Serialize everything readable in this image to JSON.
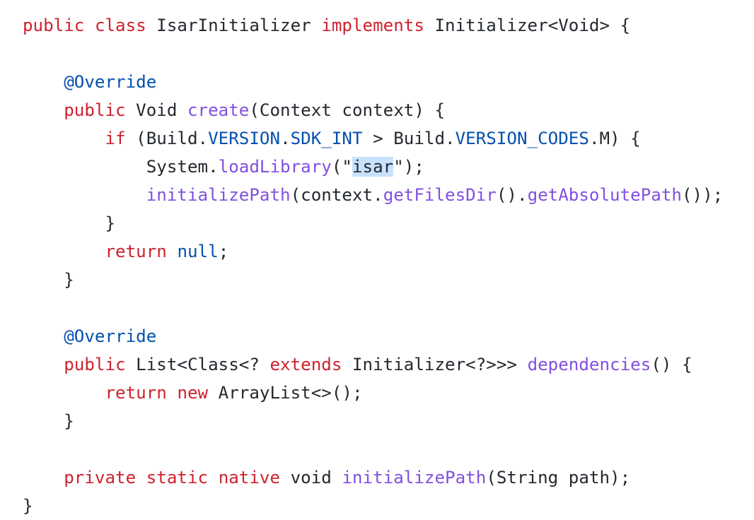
{
  "code": {
    "lines": [
      [
        [
          "kw",
          "public"
        ],
        [
          "txt",
          " "
        ],
        [
          "kw",
          "class"
        ],
        [
          "txt",
          " IsarInitializer "
        ],
        [
          "kw",
          "implements"
        ],
        [
          "txt",
          " Initializer<Void> {"
        ]
      ],
      [],
      [
        [
          "txt",
          "    "
        ],
        [
          "ann",
          "@Override"
        ]
      ],
      [
        [
          "txt",
          "    "
        ],
        [
          "kw",
          "public"
        ],
        [
          "txt",
          " Void "
        ],
        [
          "fn",
          "create"
        ],
        [
          "txt",
          "(Context context) {"
        ]
      ],
      [
        [
          "txt",
          "        "
        ],
        [
          "kw",
          "if"
        ],
        [
          "txt",
          " (Build."
        ],
        [
          "cst",
          "VERSION"
        ],
        [
          "txt",
          "."
        ],
        [
          "cst",
          "SDK_INT"
        ],
        [
          "txt",
          " > Build."
        ],
        [
          "cst",
          "VERSION_CODES"
        ],
        [
          "txt",
          ".M) {"
        ]
      ],
      [
        [
          "txt",
          "            System."
        ],
        [
          "fn",
          "loadLibrary"
        ],
        [
          "txt",
          "(\""
        ],
        [
          "sel",
          "isar"
        ],
        [
          "txt",
          "\");"
        ]
      ],
      [
        [
          "txt",
          "            "
        ],
        [
          "fn",
          "initializePath"
        ],
        [
          "txt",
          "(context."
        ],
        [
          "fn",
          "getFilesDir"
        ],
        [
          "txt",
          "()."
        ],
        [
          "fn",
          "getAbsolutePath"
        ],
        [
          "txt",
          "());"
        ]
      ],
      [
        [
          "txt",
          "        }"
        ]
      ],
      [
        [
          "txt",
          "        "
        ],
        [
          "kw",
          "return"
        ],
        [
          "txt",
          " "
        ],
        [
          "cst",
          "null"
        ],
        [
          "txt",
          ";"
        ]
      ],
      [
        [
          "txt",
          "    }"
        ]
      ],
      [],
      [
        [
          "txt",
          "    "
        ],
        [
          "ann",
          "@Override"
        ]
      ],
      [
        [
          "txt",
          "    "
        ],
        [
          "kw",
          "public"
        ],
        [
          "txt",
          " List<Class<? "
        ],
        [
          "kw",
          "extends"
        ],
        [
          "txt",
          " Initializer<?>>> "
        ],
        [
          "fn",
          "dependencies"
        ],
        [
          "txt",
          "() {"
        ]
      ],
      [
        [
          "txt",
          "        "
        ],
        [
          "kw",
          "return"
        ],
        [
          "txt",
          " "
        ],
        [
          "kw",
          "new"
        ],
        [
          "txt",
          " ArrayList<>();"
        ]
      ],
      [
        [
          "txt",
          "    }"
        ]
      ],
      [],
      [
        [
          "txt",
          "    "
        ],
        [
          "kw",
          "private"
        ],
        [
          "txt",
          " "
        ],
        [
          "kw",
          "static"
        ],
        [
          "txt",
          " "
        ],
        [
          "kw",
          "native"
        ],
        [
          "txt",
          " void "
        ],
        [
          "fn",
          "initializePath"
        ],
        [
          "txt",
          "(String path);"
        ]
      ],
      [
        [
          "txt",
          "}"
        ]
      ]
    ]
  }
}
